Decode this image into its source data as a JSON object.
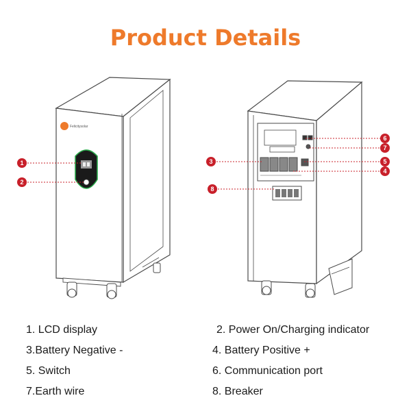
{
  "title": "Product Details",
  "brand": "Felicitysolar",
  "colors": {
    "title": "#ee7a2b",
    "callout": "#c8202a",
    "outline": "#4a4a4a",
    "fill": "#ffffff",
    "indicator_ring": "#2aa84a"
  },
  "callouts": [
    {
      "num": "1"
    },
    {
      "num": "2"
    },
    {
      "num": "3"
    },
    {
      "num": "4"
    },
    {
      "num": "5"
    },
    {
      "num": "6"
    },
    {
      "num": "7"
    },
    {
      "num": "8"
    }
  ],
  "legend": [
    {
      "label": "1. LCD display"
    },
    {
      "label": "2. Power On/Charging indicator"
    },
    {
      "label": "3.Battery  Negative  -"
    },
    {
      "label": "4. Battery Positive +"
    },
    {
      "label": "5. Switch"
    },
    {
      "label": "6. Communication port"
    },
    {
      "label": "7.Earth wire"
    },
    {
      "label": "8. Breaker"
    }
  ]
}
